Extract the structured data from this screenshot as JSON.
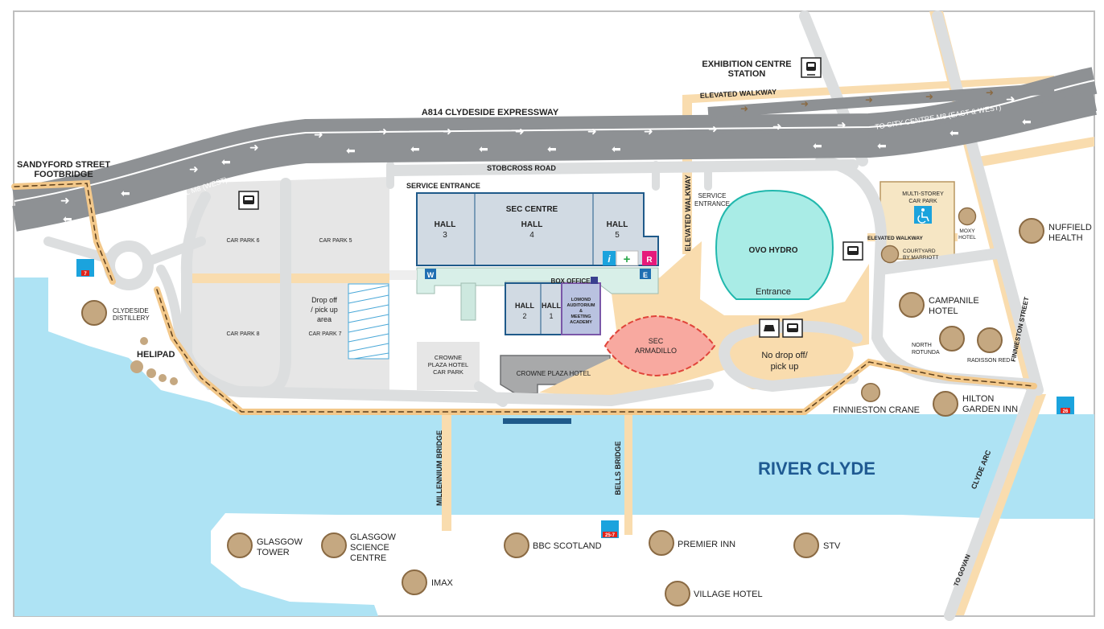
{
  "labels": {
    "exhibition_station": [
      "EXHIBITION CENTRE",
      "STATION"
    ],
    "elevated_walkway_top": "ELEVATED WALKWAY",
    "a814": "A814 CLYDESIDE EXPRESSWAY",
    "to_city": "TO CITY CENTRE M8 (EAST & WEST)",
    "sandyford": [
      "SANDYFORD STREET",
      "FOOTBRIDGE"
    ],
    "clyde_tunnel": "CLYDE TUNNEL M8 (WEST)",
    "stobcross": "STOBCROSS ROAD",
    "service_entrance_left": "SERVICE ENTRANCE",
    "service_entrance_right": [
      "SERVICE",
      "ENTRANCE"
    ],
    "elevated_walkway_vertical": "ELEVATED WALKWAY",
    "sec_centre": "SEC CENTRE",
    "hall": "HALL",
    "hall3_num": "3",
    "hall4_num": "4",
    "hall5_num": "5",
    "hall2_num": "2",
    "hall1_num": "1",
    "box_office": "BOX OFFICE",
    "lomond": [
      "LOMOND",
      "AUDITORIUM",
      "&",
      "MEETING",
      "ACADEMY"
    ],
    "car_park_6": "CAR PARK 6",
    "car_park_5": "CAR PARK 5",
    "car_park_8": "CAR PARK 8",
    "car_park_7": "CAR PARK 7",
    "drop_off": [
      "Drop off",
      "/ pick up",
      "area"
    ],
    "clydeside_distillery": [
      "CLYDESIDE",
      "DISTILLERY"
    ],
    "helipad": "HELIPAD",
    "crowne_plaza_car_park": [
      "CROWNE",
      "PLAZA HOTEL",
      "CAR PARK"
    ],
    "crowne_plaza_hotel": "CROWNE PLAZA HOTEL",
    "sec_armadillo": [
      "SEC",
      "ARMADILLO"
    ],
    "ovo_hydro": "OVO HYDRO",
    "entrance": "Entrance",
    "no_drop_off": [
      "No drop off/",
      "pick up"
    ],
    "multi_storey": [
      "MULTI-STOREY",
      "CAR PARK"
    ],
    "moxy": [
      "MOXY",
      "HOTEL"
    ],
    "elevated_walkway_small": "ELEVATED WALKWAY",
    "courtyard": [
      "COURTYARD",
      "BY MARRIOTT"
    ],
    "nuffield": [
      "NUFFIELD",
      "HEALTH"
    ],
    "campanile": [
      "CAMPANILE",
      "HOTEL"
    ],
    "north_rotunda": [
      "NORTH",
      "ROTUNDA"
    ],
    "radisson": "RADISSON RED",
    "finnieston_street": "FINNIESTON STREET",
    "finnieston_crane": "FINNIESTON CRANE",
    "hilton": [
      "HILTON",
      "GARDEN INN"
    ],
    "river_clyde": "RIVER CLYDE",
    "millennium_bridge": "MILLENNIUM BRIDGE",
    "bells_bridge": "BELLS BRIDGE",
    "clyde_arc": "CLYDE ARC",
    "to_govan": "TO GOVAN",
    "glasgow_tower": [
      "GLASGOW",
      "TOWER"
    ],
    "glasgow_science": [
      "GLASGOW",
      "SCIENCE",
      "CENTRE"
    ],
    "bbc": "BBC SCOTLAND",
    "premier_inn": "PREMIER INN",
    "stv": "STV",
    "imax": "IMAX",
    "village_hotel": "VILLAGE HOTEL",
    "sign_w": "W",
    "sign_e": "E",
    "sign_r": "R",
    "sign_i": "i",
    "sign_plus": "+",
    "bike_7": "7",
    "bike_26": "26",
    "bike_bottom": "25-7"
  },
  "icons": {
    "train": "train-icon",
    "bus": "bus-icon",
    "taxi": "taxi-icon",
    "accessible": "wheelchair-icon",
    "bike": "bike-hire-icon",
    "landmark": "landmark-dot-icon"
  },
  "colors": {
    "road": "#8e9194",
    "road_light": "#dcdedf",
    "walkway": "#f9dcae",
    "river": "#aee3f4",
    "hall_fill": "#d1dae3",
    "hall_border": "#1f5a8a",
    "hydro": "#a9ece6",
    "armadillo": "#f8a9a0",
    "landmark": "#c5a881",
    "river_text": "#1f5a92",
    "bike_badge": "#1ba3dd",
    "first_aid": "#2aa84a",
    "reception": "#e6197a"
  }
}
